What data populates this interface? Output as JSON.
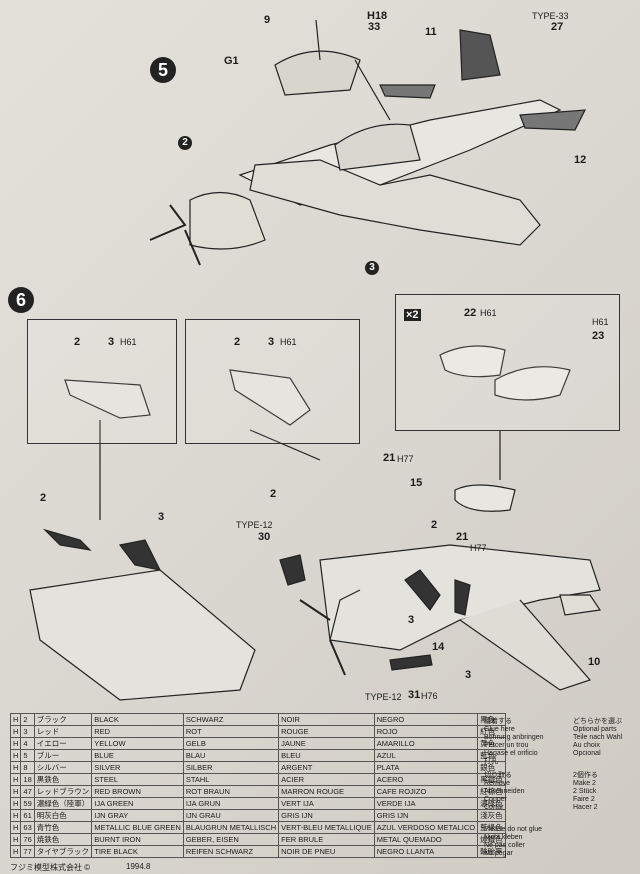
{
  "step5": {
    "number": "5",
    "labels": {
      "p9": "9",
      "h18": "H18",
      "p33": "33",
      "p11": "11",
      "type33": "TYPE-33",
      "p27": "27",
      "g1": "G1",
      "p2": "2",
      "p12": "12",
      "p3": "3"
    }
  },
  "step6": {
    "number": "6",
    "panel1": {
      "num": "2",
      "qty": "3",
      "code": "H61"
    },
    "panel2": {
      "num": "2",
      "qty": "3",
      "code": "H61"
    },
    "panel3": {
      "left_num": "22",
      "left_code": "H61",
      "right_code": "H61",
      "right_num": "23",
      "multiplier": "×2"
    },
    "labels": {
      "p2a": "2",
      "p3a": "3",
      "type12a": "TYPE-12",
      "p30": "30",
      "p21a": "21",
      "h77a": "H77",
      "p2b": "2",
      "p15": "15",
      "p2c": "2",
      "p21b": "21",
      "h77b": "H77",
      "p3b": "3",
      "p14": "14",
      "p3c": "3",
      "p10": "10",
      "type12b": "TYPE-12",
      "p31": "31",
      "h76": "H76"
    }
  },
  "color_table": {
    "rows": [
      [
        "H",
        "2",
        "ブラック",
        "BLACK",
        "SCHWARZ",
        "NOIR",
        "NEGRO",
        "黒色"
      ],
      [
        "H",
        "3",
        "レッド",
        "RED",
        "ROT",
        "ROUGE",
        "ROJO",
        "紅色"
      ],
      [
        "H",
        "4",
        "イエロー",
        "YELLOW",
        "GELB",
        "JAUNE",
        "AMARILLO",
        "黄色"
      ],
      [
        "H",
        "5",
        "ブルー",
        "BLUE",
        "BLAU",
        "BLEU",
        "AZUL",
        "藍色"
      ],
      [
        "H",
        "8",
        "シルバー",
        "SILVER",
        "SILBER",
        "ARGENT",
        "PLATA",
        "銀色"
      ],
      [
        "H",
        "18",
        "黒鉄色",
        "STEEL",
        "STAHL",
        "ACIER",
        "ACERO",
        "黑鐵色"
      ],
      [
        "H",
        "47",
        "レッドブラウン",
        "RED BROWN",
        "ROT BRAUN",
        "MARRON ROUGE",
        "CAFE ROJIZO",
        "紅棕色"
      ],
      [
        "H",
        "59",
        "濃緑色（陸軍）",
        "IJA GREEN",
        "IJA GRUN",
        "VERT IJA",
        "VERDE IJA",
        "濃綠色"
      ],
      [
        "H",
        "61",
        "明灰白色",
        "IJN GRAY",
        "IJN GRAU",
        "GRIS IJN",
        "GRIS IJN",
        "淺灰色"
      ],
      [
        "H",
        "63",
        "青竹色",
        "METALLIC BLUE GREEN",
        "BLAUGRUN METALLISCH",
        "VERT-BLEU METALLIQUE",
        "AZUL VERDOSO METALICO",
        "藍綠色"
      ],
      [
        "H",
        "76",
        "焼鉄色",
        "BURNT IRON",
        "GEBER, EISEN",
        "FER BRULE",
        "METAL QUEMADO",
        "燒鐵色"
      ],
      [
        "H",
        "77",
        "タイヤブラック",
        "TIRE BLACK",
        "REIFEN SCHWARZ",
        "NOIR DE PNEU",
        "NEGRO LLANTA",
        "輪胎黑"
      ]
    ]
  },
  "legend": {
    "glue": [
      "接着する",
      "Glue here",
      "Bohrung anbringen",
      "Percer un trou",
      "Hagase el orificio",
      "打孔"
    ],
    "optional": [
      "どちらかを選ぶ",
      "Optional parts",
      "Teile nach Wahl",
      "Au choix",
      "Opcional"
    ],
    "remove": [
      "切り取る",
      "Remove",
      "Abschneiden",
      "Couper",
      "Cortar"
    ],
    "make2": [
      "2個作る",
      "Make 2",
      "2 Stück",
      "Faire 2",
      "Hacer 2"
    ],
    "separate": [
      "Please do not glue",
      "Nicht kleben",
      "Ne pas coller",
      "No pegar"
    ]
  },
  "footer": {
    "company": "フジミ模型株式会社 ©",
    "date": "1994.8"
  }
}
